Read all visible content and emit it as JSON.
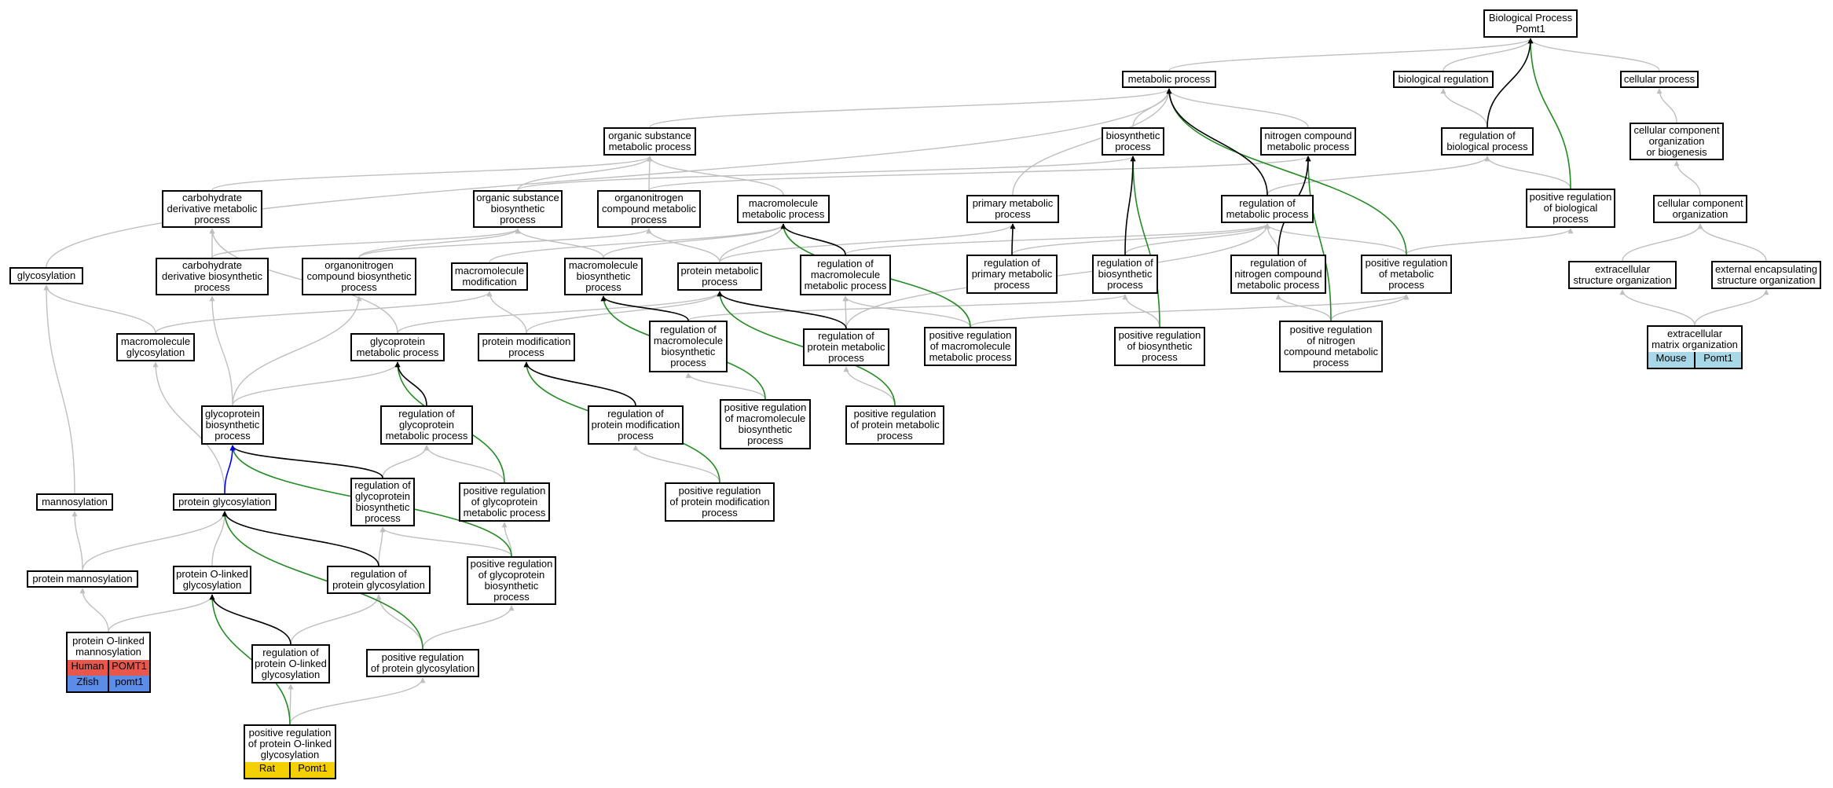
{
  "colors": {
    "gray": "#bfbfbf",
    "black": "#000000",
    "green": "#228b22",
    "blue": "#0000ff",
    "human": "#e8574b",
    "zfish": "#5b8de8",
    "rat": "#f5d000",
    "mouse": "#a8d8e8"
  },
  "nodes": {
    "bp": "Biological Process\nPomt1",
    "mp": "metabolic process",
    "breg": "biological regulation",
    "cp": "cellular process",
    "osmp": "organic substance\nmetabolic process",
    "bsp": "biosynthetic\nprocess",
    "ncmp": "nitrogen compound\nmetabolic process",
    "rbp": "regulation of\nbiological process",
    "ccob": "cellular component\norganization\nor biogenesis",
    "cdmp": "carbohydrate\nderivative metabolic\nprocess",
    "osbp": "organic substance\nbiosynthetic\nprocess",
    "oncmp": "organonitrogen\ncompound metabolic\nprocess",
    "mmp": "macromolecule\nmetabolic process",
    "pmp": "primary metabolic\nprocess",
    "rmp": "regulation of\nmetabolic process",
    "prbp": "positive regulation\nof biological\nprocess",
    "cco": "cellular component\norganization",
    "glyc": "glycosylation",
    "cdbp": "carbohydrate\nderivative biosynthetic\nprocess",
    "oncbp": "organonitrogen\ncompound biosynthetic\nprocess",
    "mmod": "macromolecule\nmodification",
    "mbp": "macromolecule\nbiosynthetic\nprocess",
    "prmp": "protein metabolic\nprocess",
    "rmmp": "regulation of\nmacromolecule\nmetabolic process",
    "rpmp": "regulation of\nprimary metabolic\nprocess",
    "rbsp": "regulation of\nbiosynthetic\nprocess",
    "rncmp": "regulation of\nnitrogen compound\nmetabolic process",
    "prmet": "positive regulation\nof metabolic\nprocess",
    "eso": "extracellular\nstructure organization",
    "eeso": "external encapsulating\nstructure organization",
    "mglyc": "macromolecule\nglycosylation",
    "gpmp": "glycoprotein\nmetabolic process",
    "pmod": "protein modification\nprocess",
    "rmbp": "regulation of\nmacromolecule\nbiosynthetic\nprocess",
    "rprmp": "regulation of\nprotein metabolic\nprocess",
    "prmmp": "positive regulation\nof macromolecule\nmetabolic process",
    "prbsp": "positive regulation\nof biosynthetic\nprocess",
    "prncmp": "positive regulation\nof nitrogen\ncompound metabolic\nprocess",
    "emo": "extracellular\nmatrix organization",
    "gpbp": "glycoprotein\nbiosynthetic\nprocess",
    "rgpmp": "regulation of\nglycoprotein\nmetabolic process",
    "rpmod": "regulation of\nprotein modification\nprocess",
    "prmbp": "positive regulation\nof macromolecule\nbiosynthetic\nprocess",
    "prprmp": "positive regulation\nof protein metabolic\nprocess",
    "mann": "mannosylation",
    "pglyc": "protein glycosylation",
    "rgpbp": "regulation of\nglycoprotein\nbiosynthetic\nprocess",
    "prgpmp": "positive regulation\nof glycoprotein\nmetabolic process",
    "prpmod": "positive regulation\nof protein modification\nprocess",
    "pmann": "protein mannosylation",
    "polg": "protein O-linked\nglycosylation",
    "rpglyc": "regulation of\nprotein glycosylation",
    "prgpbp": "positive regulation\nof glycoprotein\nbiosynthetic\nprocess",
    "polm": "protein O-linked\nmannosylation",
    "rpolg": "regulation of\nprotein O-linked\nglycosylation",
    "prpglyc": "positive regulation\nof protein glycosylation",
    "prpolg": "positive regulation\nof protein O-linked\nglycosylation"
  },
  "tags": {
    "human": {
      "species": "Human",
      "gene": "POMT1"
    },
    "zfish": {
      "species": "Zfish",
      "gene": "pomt1"
    },
    "rat": {
      "species": "Rat",
      "gene": "Pomt1"
    },
    "mouse": {
      "species": "Mouse",
      "gene": "Pomt1"
    }
  },
  "edges": [
    [
      "mp",
      "bp",
      "gray"
    ],
    [
      "breg",
      "bp",
      "gray"
    ],
    [
      "cp",
      "bp",
      "gray"
    ],
    [
      "rbp",
      "bp",
      "black"
    ],
    [
      "prbp",
      "bp",
      "green"
    ],
    [
      "rbp",
      "breg",
      "gray"
    ],
    [
      "ccob",
      "cp",
      "gray"
    ],
    [
      "cco",
      "ccob",
      "gray"
    ],
    [
      "eso",
      "cco",
      "gray"
    ],
    [
      "eeso",
      "cco",
      "gray"
    ],
    [
      "emo",
      "eso",
      "gray"
    ],
    [
      "emo",
      "eeso",
      "gray"
    ],
    [
      "osmp",
      "mp",
      "gray"
    ],
    [
      "bsp",
      "mp",
      "gray"
    ],
    [
      "ncmp",
      "mp",
      "gray"
    ],
    [
      "pmp",
      "mp",
      "gray"
    ],
    [
      "glyc",
      "mp",
      "gray"
    ],
    [
      "rmp",
      "mp",
      "black"
    ],
    [
      "prmet",
      "mp",
      "green"
    ],
    [
      "cdmp",
      "osmp",
      "gray"
    ],
    [
      "osbp",
      "osmp",
      "gray"
    ],
    [
      "oncmp",
      "osmp",
      "gray"
    ],
    [
      "mmp",
      "osmp",
      "gray"
    ],
    [
      "osbp",
      "bsp",
      "gray"
    ],
    [
      "rbsp",
      "bsp",
      "black"
    ],
    [
      "prbsp",
      "bsp",
      "green"
    ],
    [
      "oncmp",
      "ncmp",
      "gray"
    ],
    [
      "rncmp",
      "ncmp",
      "black"
    ],
    [
      "prncmp",
      "ncmp",
      "green"
    ],
    [
      "rmp",
      "rbp",
      "gray"
    ],
    [
      "prbp",
      "rbp",
      "gray"
    ],
    [
      "prmet",
      "prbp",
      "gray"
    ],
    [
      "cdbp",
      "cdmp",
      "gray"
    ],
    [
      "gpmp",
      "cdmp",
      "gray"
    ],
    [
      "cdbp",
      "osbp",
      "gray"
    ],
    [
      "oncbp",
      "osbp",
      "gray"
    ],
    [
      "mbp",
      "osbp",
      "gray"
    ],
    [
      "oncbp",
      "oncmp",
      "gray"
    ],
    [
      "prmp",
      "oncmp",
      "gray"
    ],
    [
      "mbp",
      "mmp",
      "gray"
    ],
    [
      "mmod",
      "mmp",
      "gray"
    ],
    [
      "prmp",
      "mmp",
      "gray"
    ],
    [
      "rmmp",
      "mmp",
      "black"
    ],
    [
      "prmmp",
      "mmp",
      "green"
    ],
    [
      "rpmp",
      "pmp",
      "black"
    ],
    [
      "prmp",
      "pmp",
      "gray"
    ],
    [
      "rmmp",
      "rmp",
      "gray"
    ],
    [
      "rpmp",
      "rmp",
      "gray"
    ],
    [
      "rbsp",
      "rmp",
      "gray"
    ],
    [
      "rncmp",
      "rmp",
      "gray"
    ],
    [
      "rprmp",
      "rmp",
      "gray"
    ],
    [
      "prmet",
      "rmp",
      "gray"
    ],
    [
      "mglyc",
      "glyc",
      "gray"
    ],
    [
      "mann",
      "glyc",
      "gray"
    ],
    [
      "gpbp",
      "cdbp",
      "gray"
    ],
    [
      "gpbp",
      "oncbp",
      "gray"
    ],
    [
      "pmod",
      "mmod",
      "gray"
    ],
    [
      "mglyc",
      "mmod",
      "gray"
    ],
    [
      "rmbp",
      "mbp",
      "black"
    ],
    [
      "prmbp",
      "mbp",
      "green"
    ],
    [
      "pmod",
      "prmp",
      "gray"
    ],
    [
      "rprmp",
      "prmp",
      "black"
    ],
    [
      "prprmp",
      "prmp",
      "green"
    ],
    [
      "gpmp",
      "prmp",
      "gray"
    ],
    [
      "rprmp",
      "rmmp",
      "gray"
    ],
    [
      "prmmp",
      "rmmp",
      "gray"
    ],
    [
      "rmbp",
      "rbsp",
      "gray"
    ],
    [
      "prbsp",
      "rbsp",
      "gray"
    ],
    [
      "prncmp",
      "rncmp",
      "gray"
    ],
    [
      "prncmp",
      "prmet",
      "gray"
    ],
    [
      "prmmp",
      "prmet",
      "gray"
    ],
    [
      "pglyc",
      "mglyc",
      "gray"
    ],
    [
      "gpbp",
      "gpmp",
      "gray"
    ],
    [
      "rgpmp",
      "gpmp",
      "black"
    ],
    [
      "prgpmp",
      "gpmp",
      "green"
    ],
    [
      "rpmod",
      "pmod",
      "black"
    ],
    [
      "prpmod",
      "pmod",
      "green"
    ],
    [
      "prmbp",
      "rmbp",
      "gray"
    ],
    [
      "prprmp",
      "rprmp",
      "gray"
    ],
    [
      "pglyc",
      "gpbp",
      "blue"
    ],
    [
      "rgpbp",
      "gpbp",
      "black"
    ],
    [
      "prgpbp",
      "gpbp",
      "green"
    ],
    [
      "rgpbp",
      "rgpmp",
      "gray"
    ],
    [
      "prgpmp",
      "rgpmp",
      "gray"
    ],
    [
      "prpmod",
      "rpmod",
      "gray"
    ],
    [
      "pmann",
      "mann",
      "gray"
    ],
    [
      "pmann",
      "pglyc",
      "gray"
    ],
    [
      "polg",
      "pglyc",
      "gray"
    ],
    [
      "rpglyc",
      "pglyc",
      "black"
    ],
    [
      "prpglyc",
      "pglyc",
      "green"
    ],
    [
      "rpglyc",
      "rgpbp",
      "gray"
    ],
    [
      "prgpbp",
      "rgpbp",
      "gray"
    ],
    [
      "prgpbp",
      "prgpmp",
      "gray"
    ],
    [
      "polm",
      "pmann",
      "gray"
    ],
    [
      "polm",
      "polg",
      "gray"
    ],
    [
      "rpolg",
      "polg",
      "black"
    ],
    [
      "prpolg",
      "polg",
      "green"
    ],
    [
      "rpolg",
      "rpglyc",
      "gray"
    ],
    [
      "prpglyc",
      "rpglyc",
      "gray"
    ],
    [
      "prpglyc",
      "prgpbp",
      "gray"
    ],
    [
      "prpolg",
      "rpolg",
      "gray"
    ],
    [
      "prpolg",
      "prpglyc",
      "gray"
    ]
  ]
}
